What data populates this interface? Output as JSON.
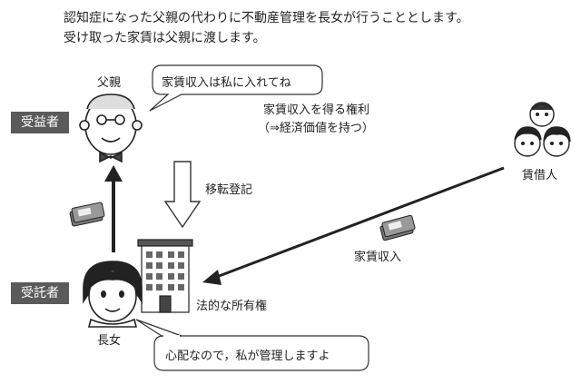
{
  "intro": {
    "line1": "認知症になった父親の代わりに不動産管理を長女が行うこととします。",
    "line2": "受け取った家賃は父親に渡します。"
  },
  "roles": {
    "beneficiary": "受益者",
    "trustee": "受託者"
  },
  "people": {
    "father": "父親",
    "daughter": "長女",
    "tenant": "賃借人"
  },
  "bubbles": {
    "father_says": "家賃収入は私に入れてね",
    "daughter_says": "心配なので，私が管理しますよ"
  },
  "labels": {
    "right_line1": "家賃収入を得る権利",
    "right_line2": "（⇒経済価値を持つ）",
    "transfer": "移転登記",
    "rent_income": "家賃収入",
    "legal_ownership": "法的な所有権"
  },
  "colors": {
    "role_badge": "#5a5a5a",
    "line": "#222222"
  }
}
